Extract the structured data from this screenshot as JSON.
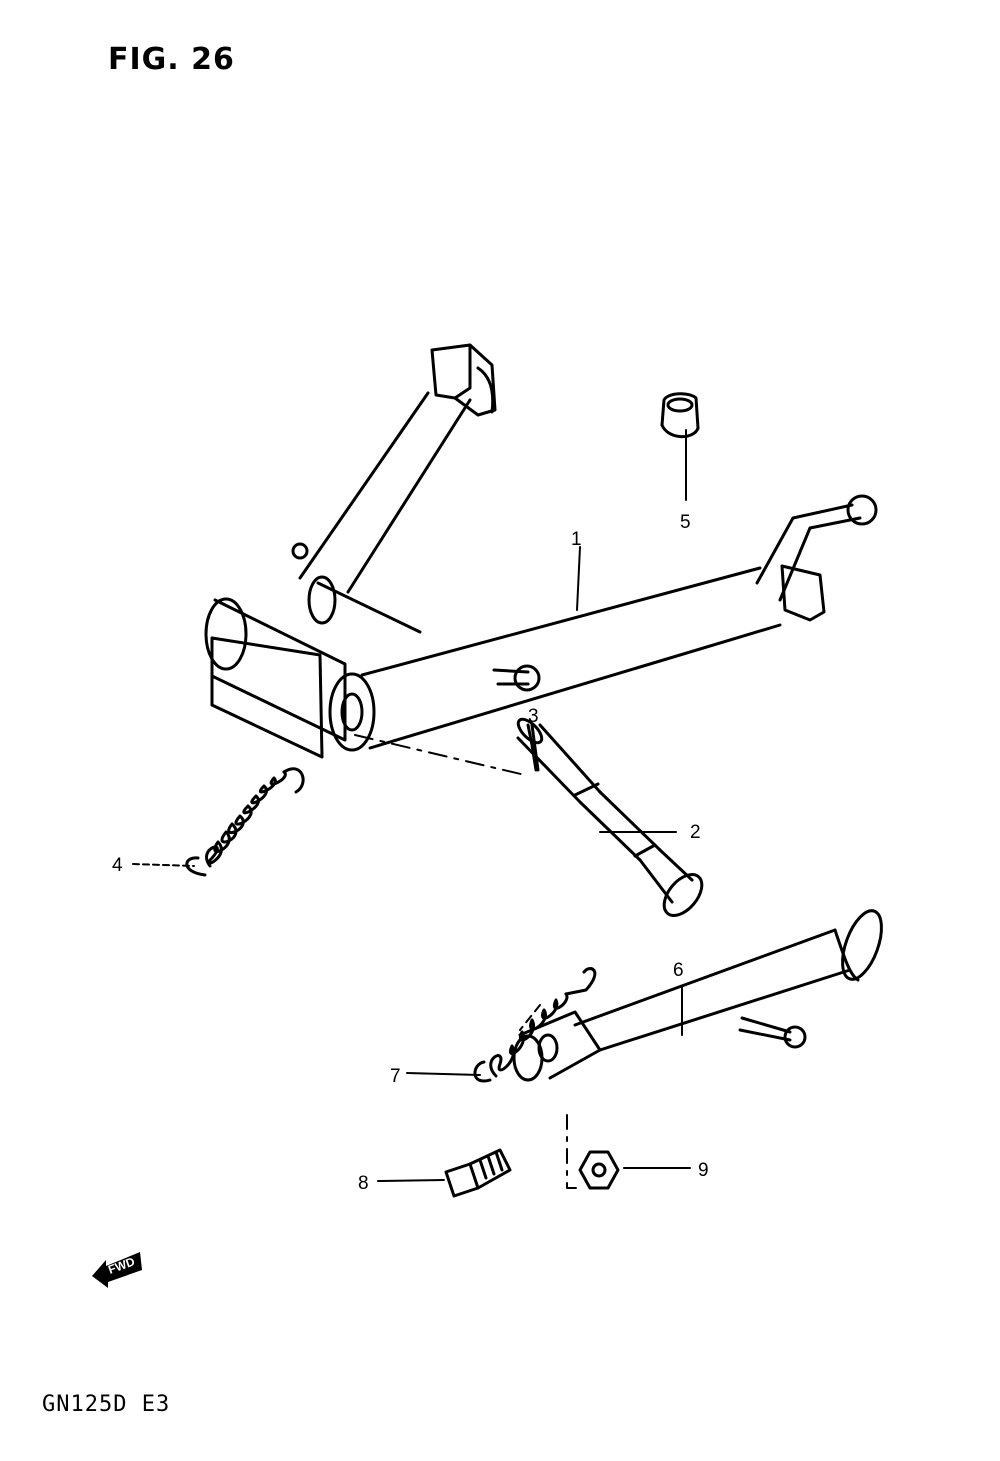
{
  "figure": {
    "title": "FIG. 26"
  },
  "footer": {
    "model_code": "GN125D E3"
  },
  "direction_badge": {
    "label": "FWD",
    "icon": "forward-arrow-icon"
  },
  "callouts": {
    "c1": "1",
    "c2": "2",
    "c3": "3",
    "c4": "4",
    "c5": "5",
    "c6": "6",
    "c7": "7",
    "c8": "8",
    "c9": "9"
  }
}
